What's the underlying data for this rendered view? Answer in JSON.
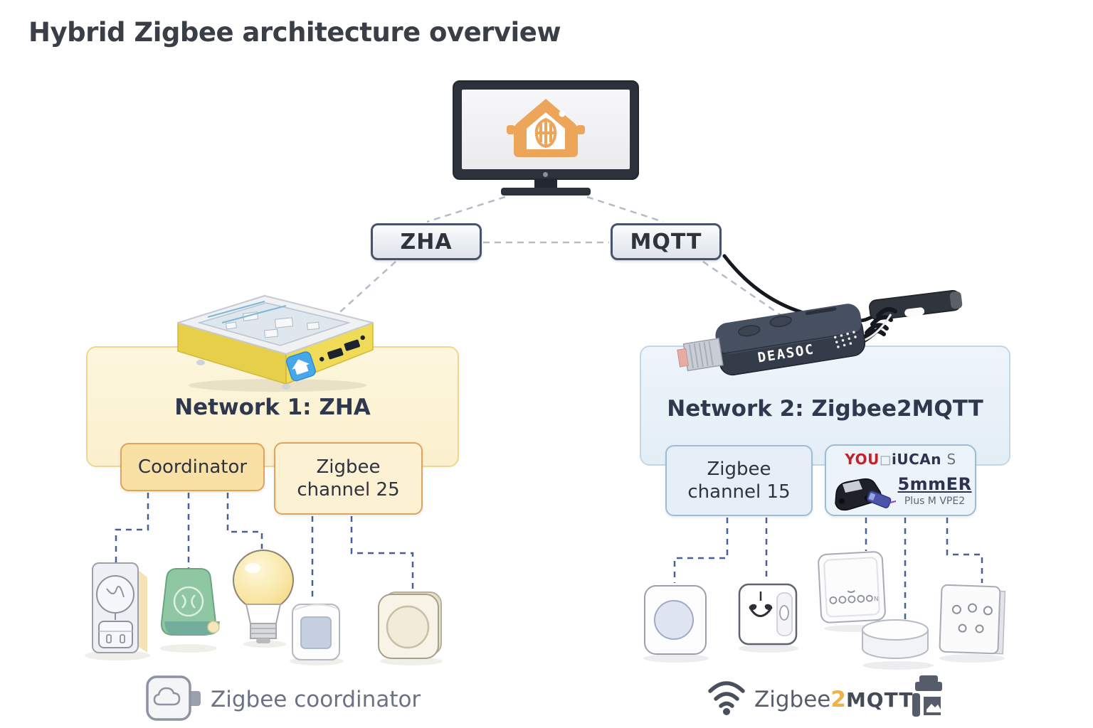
{
  "page": {
    "title": "Hybrid Zigbee architecture overview"
  },
  "hub": {
    "zha_label": "ZHA",
    "mqtt_label": "MQTT"
  },
  "network1": {
    "title": "Network 1: ZHA",
    "coordinator_label": "Coordinator",
    "channel_label": "Zigbee channel 25",
    "devices": [
      "smart-plug-energy-meter",
      "green-smart-plug",
      "light-bulb",
      "motion-sensor",
      "smart-button"
    ]
  },
  "network2": {
    "title": "Network 2: Zigbee2MQTT",
    "channel_label": "Zigbee channel 15",
    "vendor_badge": {
      "brand_red": "YOU",
      "brand_box": "◻",
      "brand_rest": "iUCAn",
      "brand_suffix": "S",
      "model": "5mmER",
      "subtitle": "Plus M VPE2"
    },
    "devices": [
      "square-button",
      "wall-outlet",
      "relay-module",
      "round-puck-sensor",
      "wall-switch"
    ]
  },
  "dongle": {
    "label": "DEASOC"
  },
  "legend": {
    "coordinator_label": "Zigbee coordinator",
    "z2m": {
      "zigbee": "Zigbee",
      "two": "2",
      "mqtt": "MQTT"
    }
  },
  "colors": {
    "network1_fill": "#fdf5db",
    "network1_border": "#f2d492",
    "coordinator_fill": "#f9e1a6",
    "orange_border": "#dfa35c",
    "network2_fill": "#eaf2f9",
    "network2_border": "#c2d7e6",
    "blue_box_border": "#9dbdd4",
    "node_border": "#46536e",
    "connector_navy": "#4a5f94",
    "connector_gray": "#b3bbc9",
    "ha_orange": "#eda55a",
    "ha_yellow": "#ecd74f",
    "z2m_orange": "#f0b04a",
    "brand_red": "#c42128",
    "title_color": "#3a3f47",
    "panel_title_color": "#2e3950"
  }
}
